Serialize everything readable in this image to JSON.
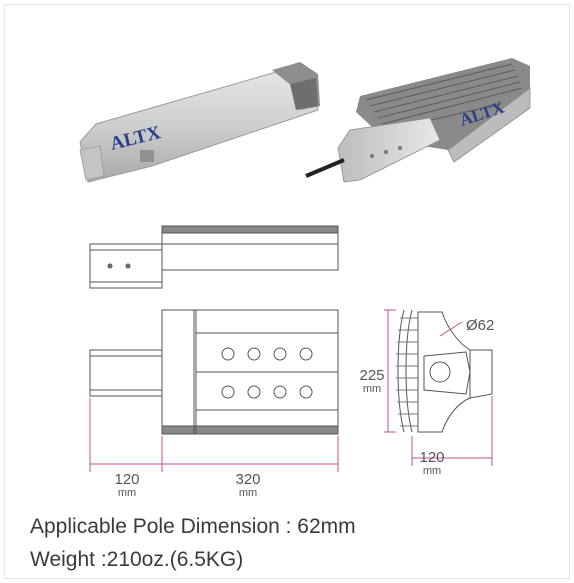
{
  "brand": {
    "logo_text": "ALTX"
  },
  "dimensions": {
    "width_left": "120",
    "width_left_unit": "mm",
    "width_main": "320",
    "width_main_unit": "mm",
    "height_side": "225",
    "height_side_unit": "mm",
    "width_side": "120",
    "width_side_unit": "mm",
    "diameter": "Ø62"
  },
  "specs": {
    "pole_dimension": "Applicable Pole Dimension : 62mm",
    "weight": "Weight :210oz.(6.5KG)"
  },
  "colors": {
    "dimension_line": "#c0508a",
    "drawing_line": "#555555"
  }
}
